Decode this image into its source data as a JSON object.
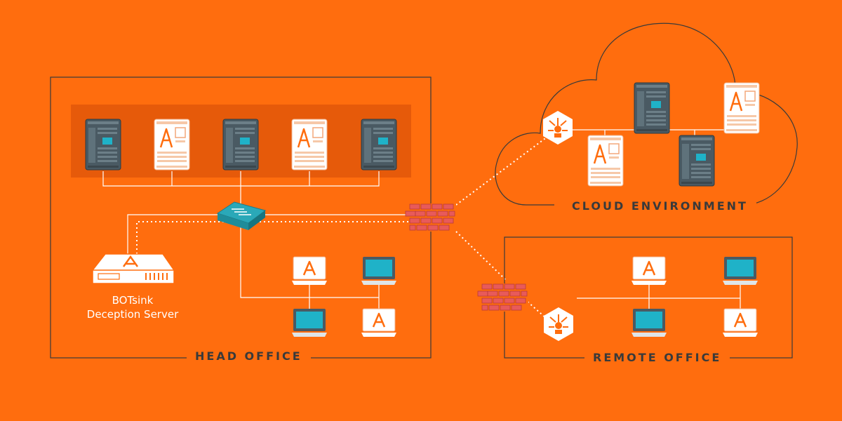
{
  "labels": {
    "head_office": "HEAD OFFICE",
    "cloud_environment": "CLOUD ENVIRONMENT",
    "remote_office": "REMOTE OFFICE",
    "botsink_line1": "BOTsink",
    "botsink_line2": "Deception Server"
  },
  "colors": {
    "background": "#FF6D0E",
    "line": "#ffffff",
    "outline": "#3a3a3a",
    "server_dark": "#4a5a63",
    "server_screen": "#1fb2c8",
    "decoy": "#ffffff",
    "firewall": "#e85a5a",
    "switch": "#2aa8b8",
    "rack_bg": "#E65A0A"
  },
  "icons": {
    "server": "server-tower-icon",
    "decoy_server": "decoy-server-icon",
    "laptop": "laptop-icon",
    "decoy_laptop": "decoy-laptop-icon",
    "firewall": "firewall-icon",
    "switch": "network-switch-icon",
    "decoy_hub": "decoy-hub-icon",
    "botsink": "botsink-appliance-icon"
  }
}
